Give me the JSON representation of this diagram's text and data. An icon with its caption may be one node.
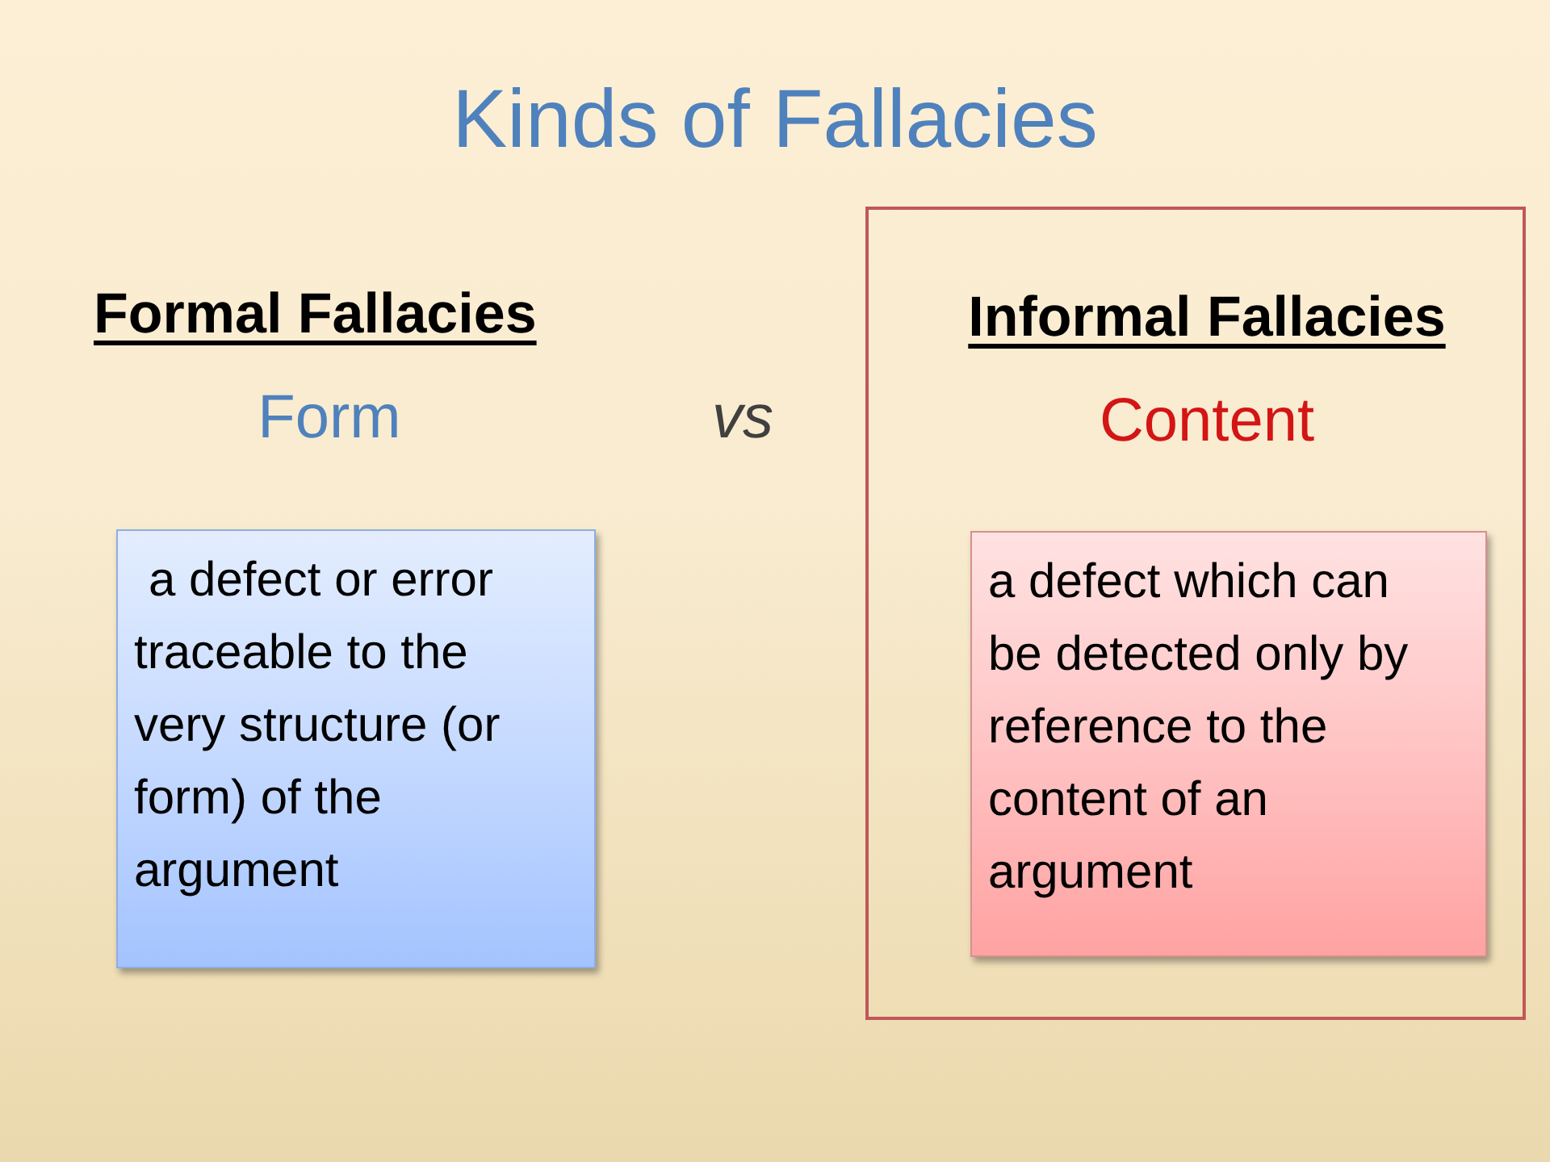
{
  "diagram": {
    "title": "Kinds of Fallacies",
    "nodes": [
      {
        "text": [
          "a defect or error traceable to the very structure (or form) of the argument"
        ]
      },
      {
        "text": [
          "Informal Fallacies",
          "Content"
        ]
      },
      {
        "text": [
          "a defect which can be detected only by reference to the content of an argument"
        ],
        "in": 1
      }
    ],
    "labels": [
      "Formal Fallacies",
      "Form",
      "vs"
    ]
  }
}
